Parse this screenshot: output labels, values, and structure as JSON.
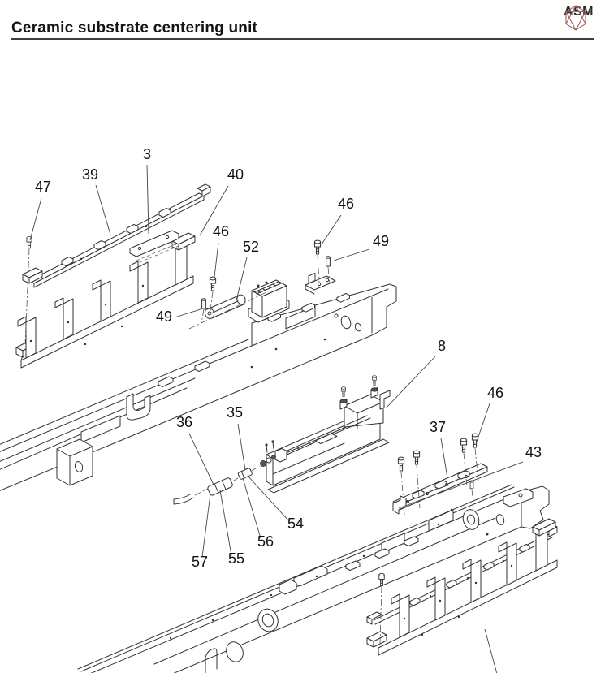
{
  "header": {
    "title": "Ceramic substrate centering unit",
    "logo_text": "ASM",
    "logo_color": "#a8605c"
  },
  "diagram": {
    "line_color": "#333333",
    "labels": [
      {
        "text": "3"
      },
      {
        "text": "39"
      },
      {
        "text": "40"
      },
      {
        "text": "47"
      },
      {
        "text": "46"
      },
      {
        "text": "49"
      },
      {
        "text": "46"
      },
      {
        "text": "52"
      },
      {
        "text": "49"
      },
      {
        "text": "8"
      },
      {
        "text": "46"
      },
      {
        "text": "37"
      },
      {
        "text": "43"
      },
      {
        "text": "36"
      },
      {
        "text": "35"
      },
      {
        "text": "54"
      },
      {
        "text": "56"
      },
      {
        "text": "55"
      },
      {
        "text": "57"
      }
    ]
  }
}
